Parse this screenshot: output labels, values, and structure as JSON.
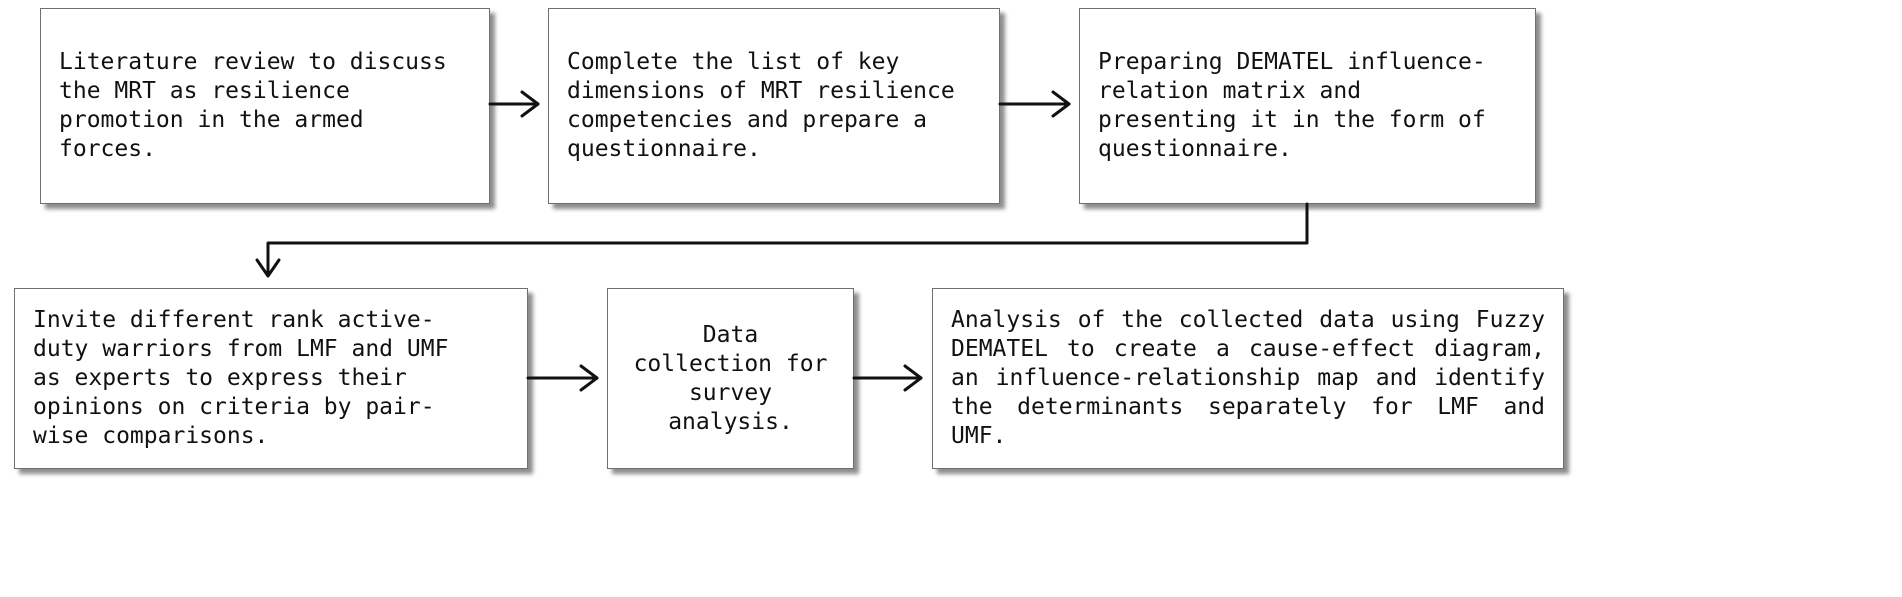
{
  "steps": [
    {
      "id": "s1",
      "text": "Literature review to discuss\nthe MRT as resilience\npromotion in the armed\nforces."
    },
    {
      "id": "s2",
      "text": "Complete the list of key\ndimensions of MRT resilience\ncompetencies and prepare a\nquestionnaire."
    },
    {
      "id": "s3",
      "text": "Preparing DEMATEL influence-\nrelation matrix and\npresenting it in the form of\nquestionnaire."
    },
    {
      "id": "s4",
      "text": "Invite different rank active-\nduty warriors from LMF and UMF\nas experts to express their\nopinions on criteria by pair-\nwise comparisons."
    },
    {
      "id": "s5",
      "text": "Data\ncollection for\nsurvey\nanalysis."
    },
    {
      "id": "s6",
      "text": "Analysis of the collected data using Fuzzy DEMATEL to create a cause-effect diagram, an influence-relationship map and identify the determinants separately for LMF and UMF."
    }
  ]
}
